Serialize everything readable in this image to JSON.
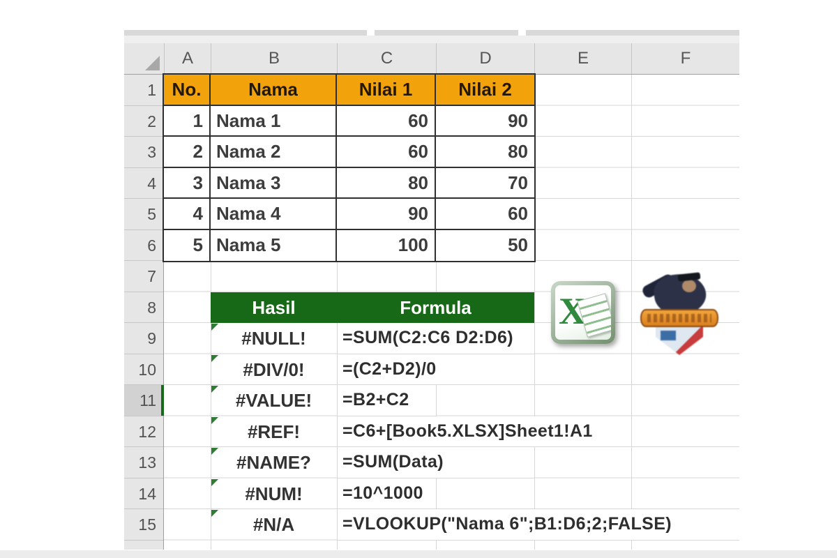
{
  "sheet": {
    "column_headers": [
      "A",
      "B",
      "C",
      "D",
      "E",
      "F"
    ],
    "row_headers": [
      "1",
      "2",
      "3",
      "4",
      "5",
      "6",
      "7",
      "8",
      "9",
      "10",
      "11",
      "12",
      "13",
      "14",
      "15"
    ],
    "selected_row": "11",
    "data_table": {
      "headers": [
        "No.",
        "Nama",
        "Nilai 1",
        "Nilai 2"
      ],
      "rows": [
        [
          "1",
          "Nama 1",
          "60",
          "90"
        ],
        [
          "2",
          "Nama 2",
          "60",
          "80"
        ],
        [
          "3",
          "Nama 3",
          "80",
          "70"
        ],
        [
          "4",
          "Nama 4",
          "90",
          "60"
        ],
        [
          "5",
          "Nama 5",
          "100",
          "50"
        ]
      ]
    },
    "result_table": {
      "headers": [
        "Hasil",
        "Formula"
      ],
      "rows": [
        {
          "hasil": "#NULL!",
          "formula": "=SUM(C2:C6 D2:D6)"
        },
        {
          "hasil": "#DIV/0!",
          "formula": "=(C2+D2)/0"
        },
        {
          "hasil": "#VALUE!",
          "formula": "=B2+C2"
        },
        {
          "hasil": "#REF!",
          "formula": "=C6+[Book5.XLSX]Sheet1!A1"
        },
        {
          "hasil": "#NAME?",
          "formula": "=SUM(Data)"
        },
        {
          "hasil": "#NUM!",
          "formula": "=10^1000"
        },
        {
          "hasil": "#N/A",
          "formula": "=VLOOKUP(\"Nama 6\";B1:D6;2;FALSE)"
        }
      ]
    },
    "colors": {
      "data_header_fill": "#F2A20A",
      "result_header_fill": "#176917",
      "error_indicator": "#2E7D32",
      "grid_line": "#D6D6D6",
      "selection_accent": "#17691C"
    }
  },
  "icons": {
    "excel_logo_letter": "X"
  }
}
